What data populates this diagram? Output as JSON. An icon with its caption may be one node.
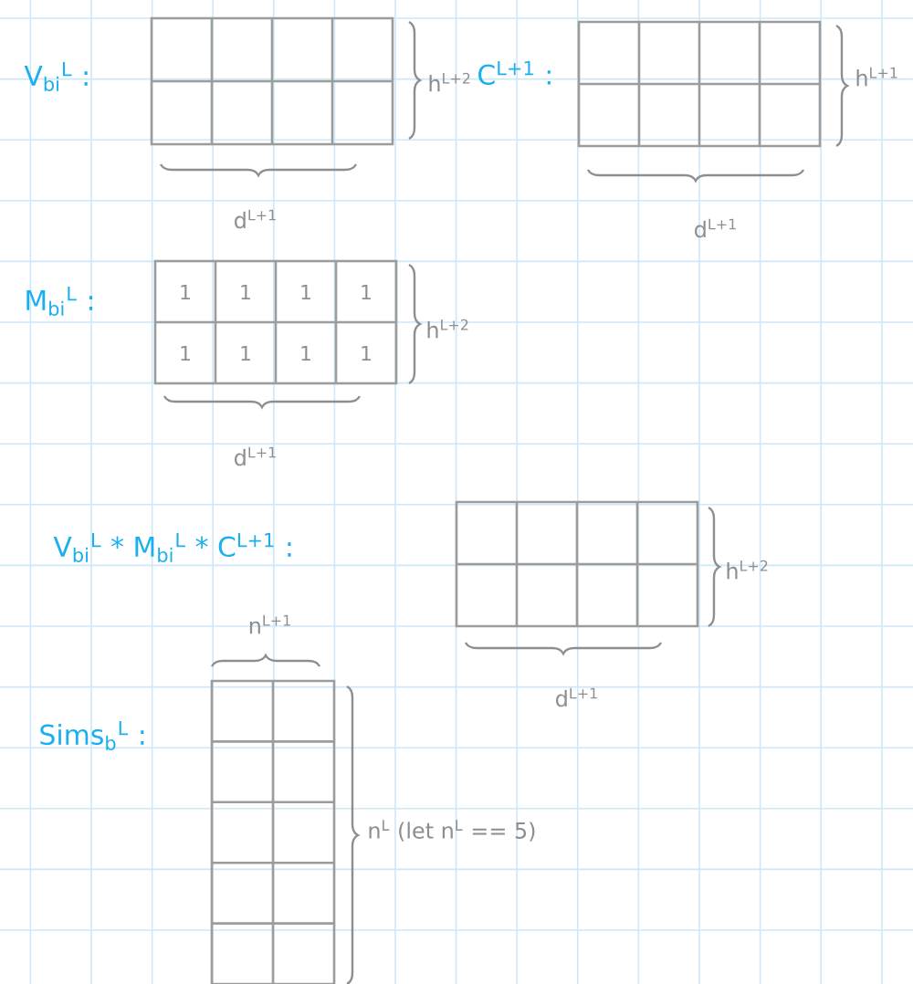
{
  "diagram": {
    "labels": [
      "V$_{bi}$$^{L}$ :",
      "h$^{L+2}$",
      "C$^{L+1}$ :",
      "h$^{L+1}$",
      "d$^{L+1}$",
      "d$^{L+1}$",
      "M$_{bi}$$^{L}$ :",
      "1",
      "1",
      "1",
      "1",
      "1",
      "1",
      "1",
      "1",
      "h$^{L+2}$",
      "d$^{L+1}$",
      "V$_{bi}$$^{L}$ * M$_{bi}$$^{L}$ * C$^{L+1}$ :",
      "h$^{L+2}$",
      "n$^{L+1}$",
      "d$^{L+1}$",
      "Sims$_{b}$$^{L}$ :",
      "n$^{L}$ (let n$^{L}$ == 5)"
    ]
  }
}
